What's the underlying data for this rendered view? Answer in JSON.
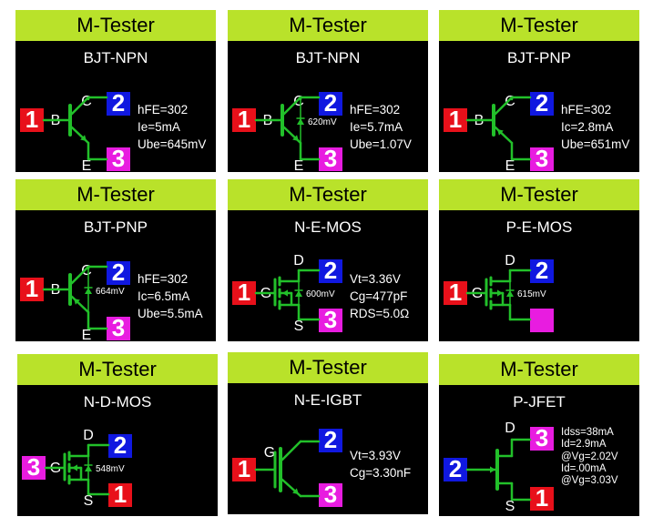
{
  "colors": {
    "header_bg": "#b9e22a",
    "screen_bg": "#000000",
    "pin_red": "#e8101a",
    "pin_blue": "#1018e0",
    "pin_magenta": "#e81ce0",
    "symbol_green": "#22c02a"
  },
  "panels": [
    {
      "header": "M-Tester",
      "title": "BJT-NPN",
      "kind": "npn",
      "labels": {
        "t1": "B",
        "top": "C",
        "bot": "E"
      },
      "pins": {
        "left": "1",
        "top": "2",
        "bottom": "3"
      },
      "diode": "",
      "readings": [
        "hFE=302",
        "Ie=5mA",
        "Ube=645mV"
      ]
    },
    {
      "header": "M-Tester",
      "title": "BJT-NPN",
      "kind": "npn",
      "labels": {
        "t1": "B",
        "top": "C",
        "bot": "E"
      },
      "pins": {
        "left": "1",
        "top": "2",
        "bottom": "3"
      },
      "diode": "620mV",
      "readings": [
        "hFE=302",
        "Ie=5.7mA",
        "Ube=1.07V"
      ]
    },
    {
      "header": "M-Tester",
      "title": "BJT-PNP",
      "kind": "pnp",
      "labels": {
        "t1": "B",
        "top": "C",
        "bot": "E"
      },
      "pins": {
        "left": "1",
        "top": "2",
        "bottom": "3"
      },
      "diode": "",
      "readings": [
        "hFE=302",
        "Ic=2.8mA",
        "Ube=651mV"
      ]
    },
    {
      "header": "M-Tester",
      "title": "BJT-PNP",
      "kind": "pnp",
      "labels": {
        "t1": "B",
        "top": "C",
        "bot": "E"
      },
      "pins": {
        "left": "1",
        "top": "2",
        "bottom": "3"
      },
      "diode": "664mV",
      "readings": [
        "hFE=302",
        "Ic=6.5mA",
        "Ube=5.5mA"
      ]
    },
    {
      "header": "M-Tester",
      "title": "N-E-MOS",
      "kind": "nmos",
      "labels": {
        "t1": "G",
        "top": "D",
        "bot": "S"
      },
      "pins": {
        "left": "1",
        "top": "2",
        "bottom": "3"
      },
      "diode": "600mV",
      "readings": [
        "Vt=3.36V",
        "Cg=477pF",
        "RDS=5.0Ω"
      ]
    },
    {
      "header": "M-Tester",
      "title": "P-E-MOS",
      "kind": "pmos",
      "labels": {
        "t1": "G",
        "top": "D",
        "bot": ""
      },
      "pins": {
        "left": "1",
        "top": "2",
        "bottom": ""
      },
      "diode": "615mV",
      "readings": []
    },
    {
      "header": "M-Tester",
      "title": "N-D-MOS",
      "kind": "nmos",
      "labels": {
        "t1": "G",
        "top": "D",
        "bot": "S"
      },
      "pins": {
        "left": "3",
        "top": "2",
        "bottom": "1"
      },
      "diode": "548mV",
      "readings": []
    },
    {
      "header": "M-Tester",
      "title": "N-E-IGBT",
      "kind": "igbt",
      "labels": {
        "t1": "G",
        "top": "",
        "bot": ""
      },
      "pins": {
        "left": "1",
        "top": "2",
        "bottom": "3"
      },
      "diode": "",
      "readings": [
        "Vt=3.93V",
        "Cg=3.30nF"
      ]
    },
    {
      "header": "M-Tester",
      "title": "P-JFET",
      "kind": "jfet",
      "labels": {
        "t1": "",
        "top": "D",
        "bot": "S"
      },
      "pins": {
        "left": "2",
        "top": "3",
        "bottom": "1"
      },
      "diode": "",
      "readings": [
        "Idss=38mA",
        "Id=2.9mA",
        "@Vg=2.02V",
        "Id=.00mA",
        "@Vg=3.03V"
      ]
    }
  ]
}
